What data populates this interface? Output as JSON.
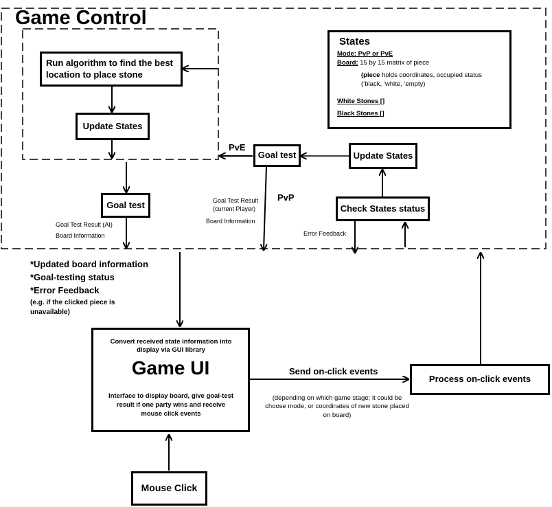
{
  "title": "Game Control",
  "states_panel": {
    "heading": "States",
    "mode": "Mode: PvP or PvE",
    "board_label": "Board:",
    "board_value": " 15 by 15 matrix of piece",
    "piece_bold": "(piece",
    "piece_rest": " holds coordinates, occupied status (‘black, ‘white, ‘empty)",
    "white_stones": "White Stones []",
    "black_stones": "Black Stones []"
  },
  "nodes": {
    "run_algorithm": "Run algorithm to find the best location to place stone",
    "update_states_ai": "Update States",
    "goal_test_ai": "Goal test",
    "goal_test_main": "Goal test",
    "update_states_main": "Update States",
    "check_states": "Check States status",
    "game_ui_top": "Convert received state information into display via GUI library",
    "game_ui_title": "Game UI",
    "game_ui_desc": "Interface to display board, give goal-test result if one party wins and receive mouse click events",
    "process_events": "Process on-click events",
    "mouse_click": "Mouse Click"
  },
  "edge_labels": {
    "pve": "PvE",
    "pvp": "PvP",
    "goal_result_ai": "Goal Test Result (AI)",
    "board_info_ai": "Board Information",
    "goal_result_player_1": "Goal Test Result",
    "goal_result_player_2": "(current Player)",
    "board_info_player": "Board Information",
    "error_feedback": "Error Feedback",
    "send_events": "Send on-click events",
    "send_events_note": "(depending on which game stage; it could be choose mode, or coordinates of new stone placed on board)"
  },
  "status_list": {
    "item1": "*Updated board information",
    "item2": "*Goal-testing status",
    "item3": "*Error Feedback",
    "note": "(e.g. if the clicked piece is unavailable)"
  }
}
